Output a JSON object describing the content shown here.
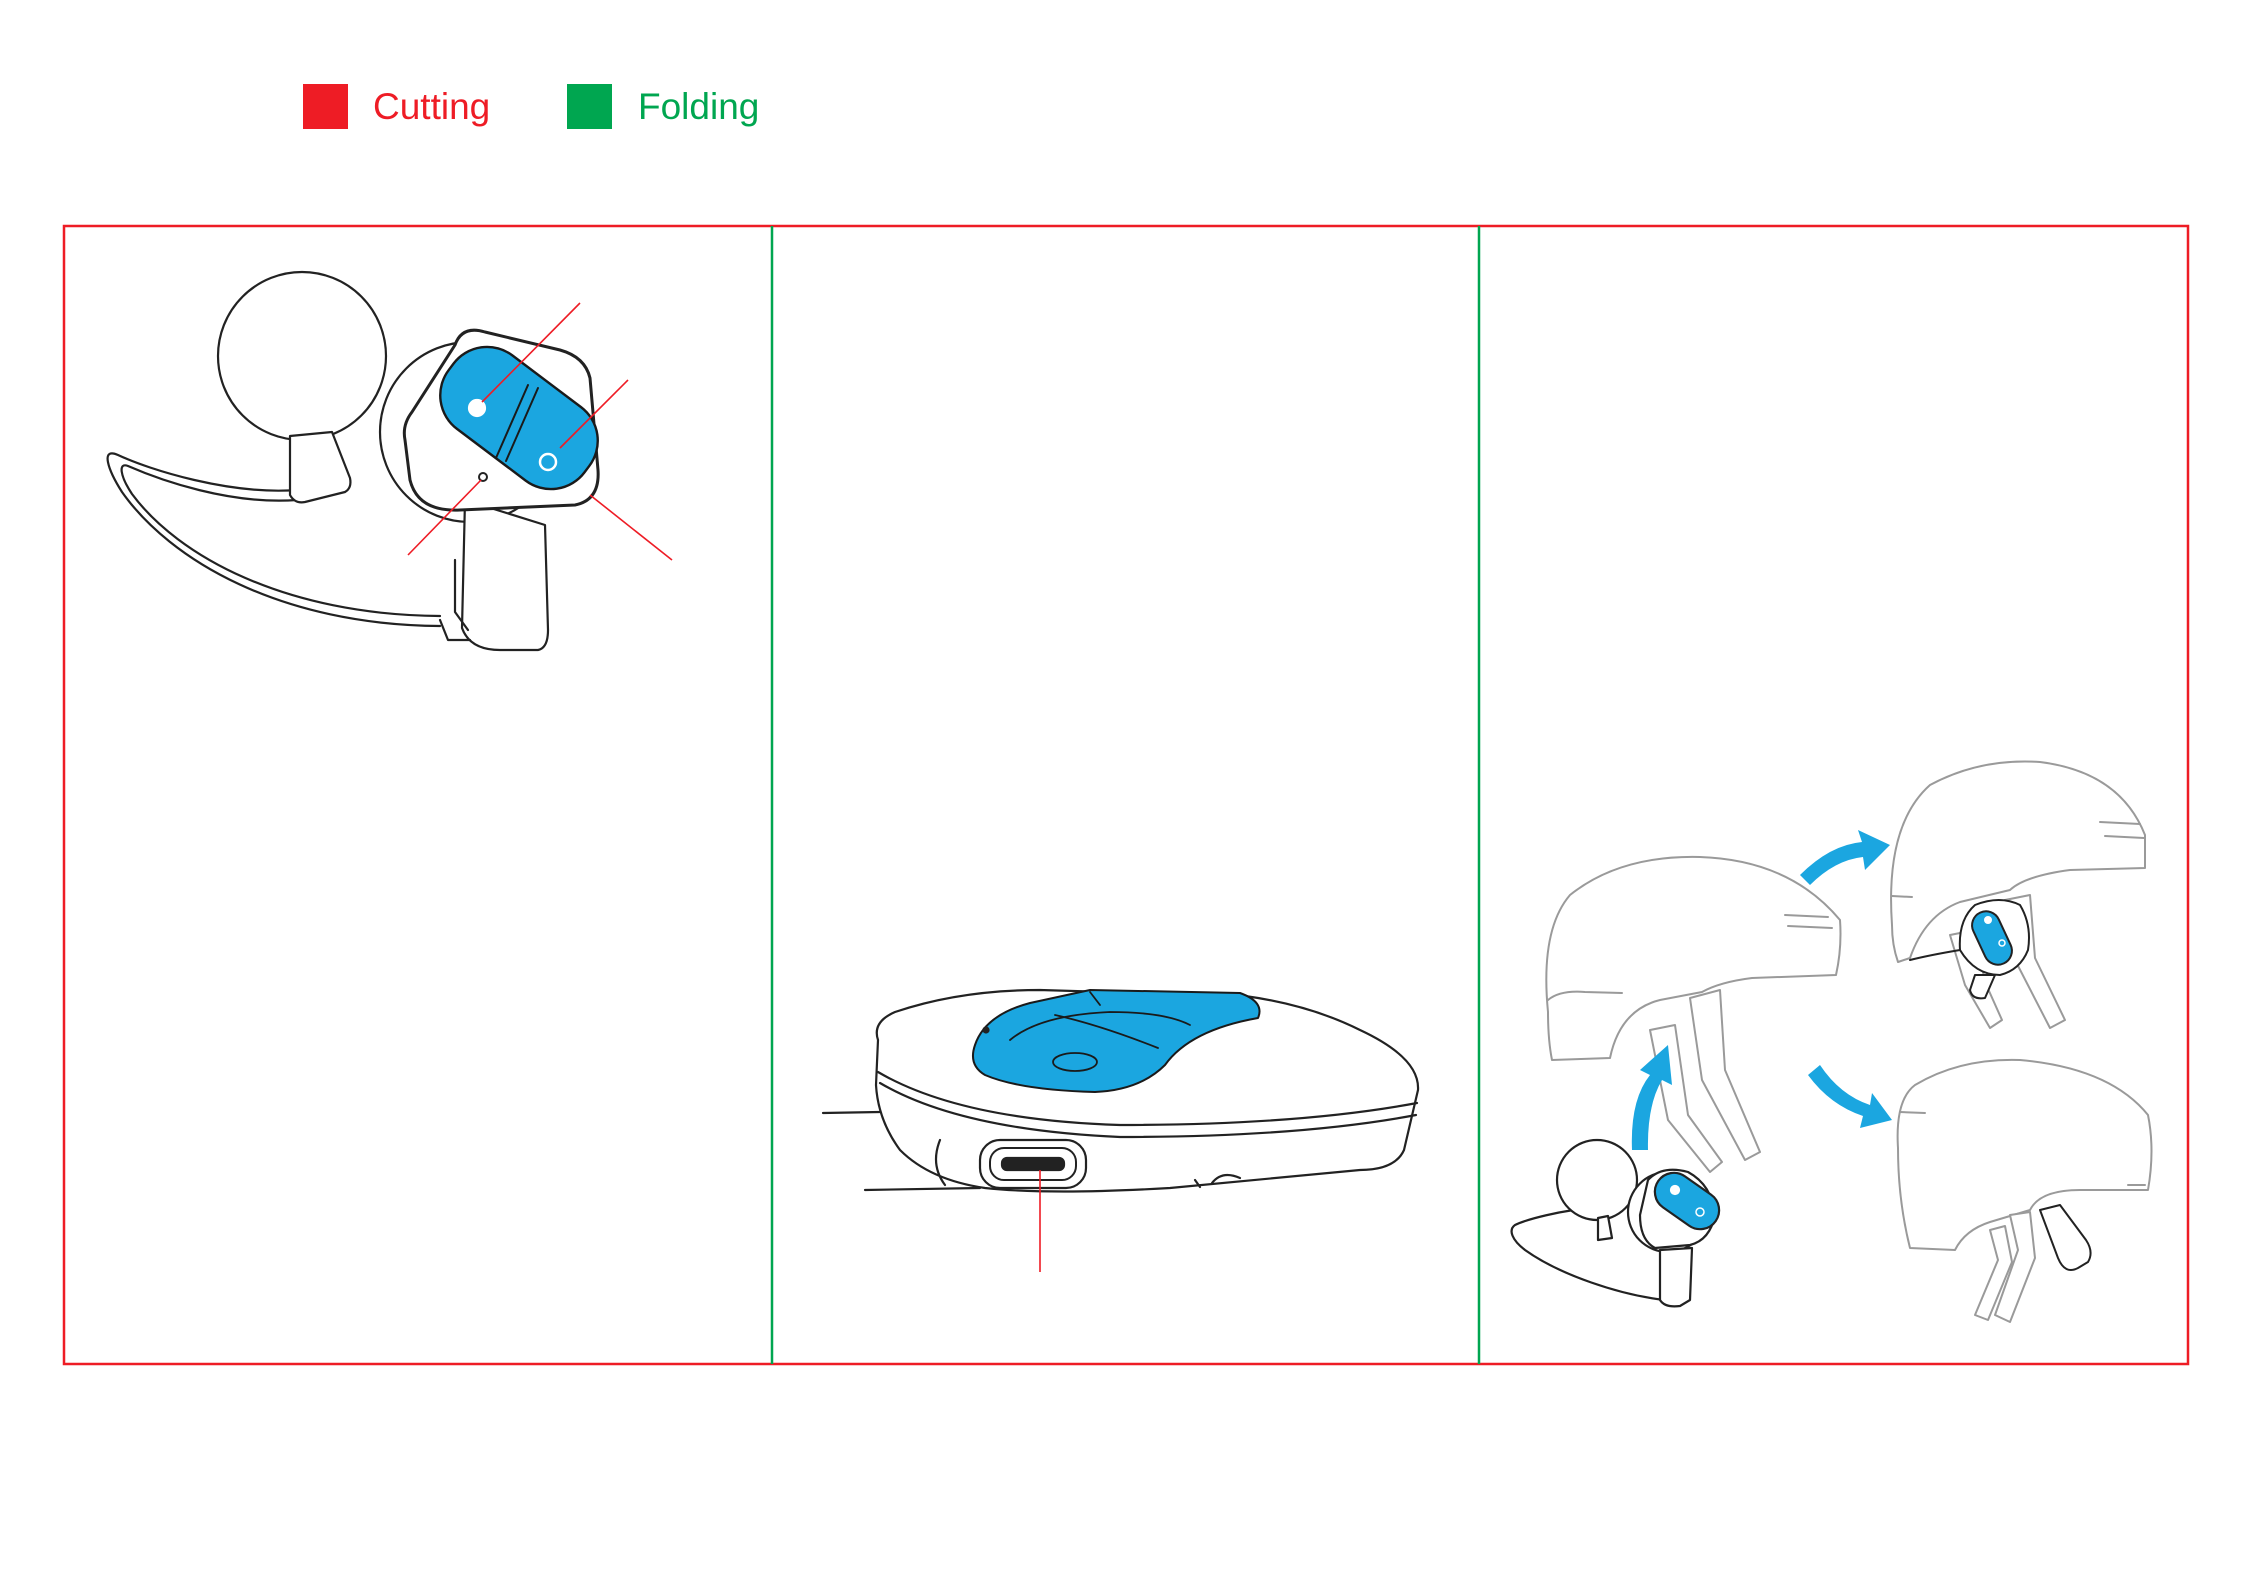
{
  "legend": {
    "items": [
      {
        "label": "Cutting",
        "color": "#ee1c25"
      },
      {
        "label": "Folding",
        "color": "#00a650"
      }
    ]
  },
  "colors": {
    "cut_line": "#ee1c25",
    "fold_line": "#00a650",
    "accent_blue": "#1ba6e0",
    "outline": "#222222",
    "helmet_outline": "#9a9a9a"
  },
  "panels": [
    {
      "name": "headset-panel",
      "icon": "bone-conduction-headset-icon"
    },
    {
      "name": "base-unit-panel",
      "icon": "controller-base-unit-icon"
    },
    {
      "name": "helmet-mounting-panel",
      "icon": "helmet-mounting-icon"
    }
  ]
}
